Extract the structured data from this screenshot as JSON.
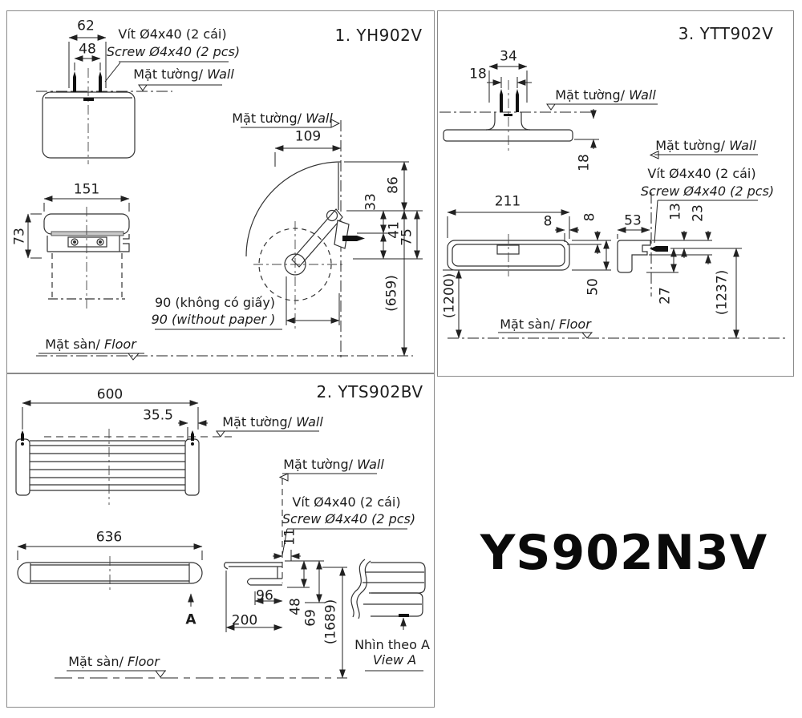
{
  "product_code": "YS902N3V",
  "shared": {
    "wall_vi": "Mặt tường/",
    "wall_en": "Wall",
    "floor_vi": "Mặt sàn/",
    "floor_en": "Floor",
    "screw_vi": "Vít Ø4x40 (2 cái)",
    "screw_en": "Screw Ø4x40 (2 pcs)"
  },
  "panel1": {
    "title": "1. YH902V",
    "note_vi": "90 (không có giấy)",
    "note_en": "90 (without paper )",
    "dims": {
      "w62": "62",
      "w48": "48",
      "w151": "151",
      "h73": "73",
      "d109": "109",
      "h33": "33",
      "h41": "41",
      "h75": "75",
      "h86": "86",
      "h659": "(659)"
    }
  },
  "panel2": {
    "title": "2. YTS902BV",
    "view_arrow": "A",
    "view_vi": "Nhìn theo A",
    "view_en": "View A",
    "dims": {
      "w600": "600",
      "w355": "35.5",
      "w636": "636",
      "d11": "11",
      "d96": "96",
      "d200": "200",
      "h48": "48",
      "h69": "69",
      "h1689": "(1689)"
    }
  },
  "panel3": {
    "title": "3. YTT902V",
    "dims": {
      "w34": "34",
      "w18": "18",
      "t18": "18",
      "w211": "211",
      "g8a": "8",
      "g8b": "8",
      "h50": "50",
      "h1200": "(1200)",
      "d53": "53",
      "h13": "13",
      "h23": "23",
      "h27": "27",
      "h1237": "(1237)"
    }
  }
}
